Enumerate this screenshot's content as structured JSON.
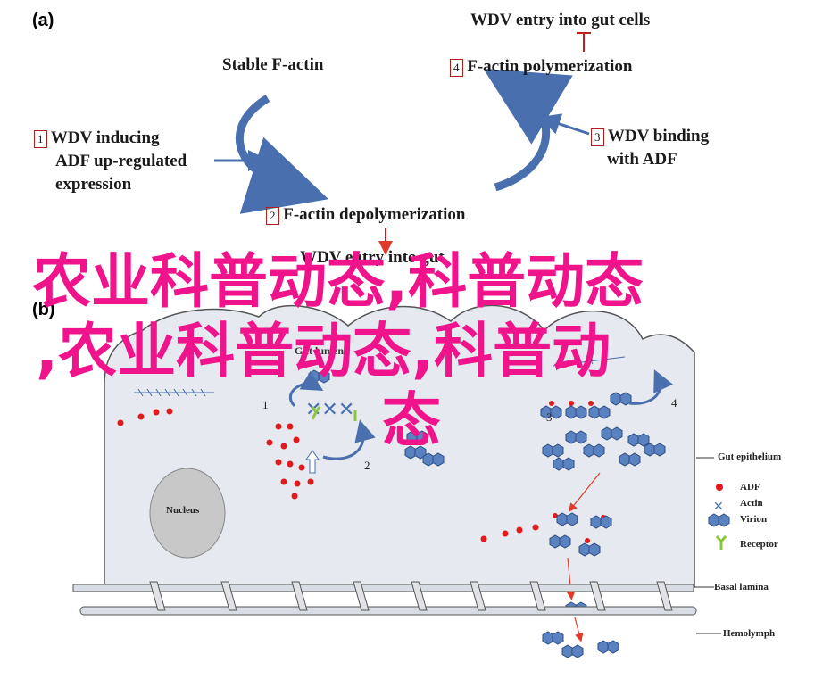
{
  "panel_a": {
    "label": "(a)",
    "stable_factin": "Stable F-actin",
    "wdv_entry_top": "WDV entry into gut cells",
    "step1": {
      "num": "1",
      "lines": [
        "WDV inducing",
        "ADF up-regulated",
        "expression"
      ]
    },
    "step2": {
      "num": "2",
      "text": "F-actin depolymerization"
    },
    "step3": {
      "num": "3",
      "lines": [
        "WDV binding",
        "with ADF"
      ]
    },
    "step4": {
      "num": "4",
      "text": "F-actin polymerization"
    },
    "wdv_entry_bottom": "WDV entry into gut"
  },
  "panel_b": {
    "label": "(b)",
    "nucleus": "Nucleus",
    "gut_lumen": "Gut lumen",
    "step_numbers": [
      "1",
      "2",
      "3",
      "4"
    ],
    "labels": {
      "gut_epithelium": "Gut epithelium",
      "basal_lamina": "Basal lamina",
      "hemolymph": "Hemolymph"
    },
    "legend": [
      {
        "name": "ADF",
        "icon": "adf-dot-icon"
      },
      {
        "name": "Actin",
        "icon": "actin-cross-icon"
      },
      {
        "name": "Virion",
        "icon": "virion-hexagon-icon"
      },
      {
        "name": "Receptor",
        "icon": "receptor-y-icon"
      }
    ]
  },
  "overlay_text": {
    "line1": "农业科普动态,科普动态",
    "line2": ",农业科普动态,科普动",
    "line3": "态"
  },
  "colors": {
    "arrow_blue": "#4a6fae",
    "inhibit_red": "#c0201d",
    "adf_red": "#e01b1b",
    "virion_blue": "#5b82c0",
    "receptor_green": "#8cc63f",
    "overlay_pink": "#f0148c",
    "cell_fill": "#e6e9ef",
    "nucleus_gray": "#c8c8c8"
  }
}
